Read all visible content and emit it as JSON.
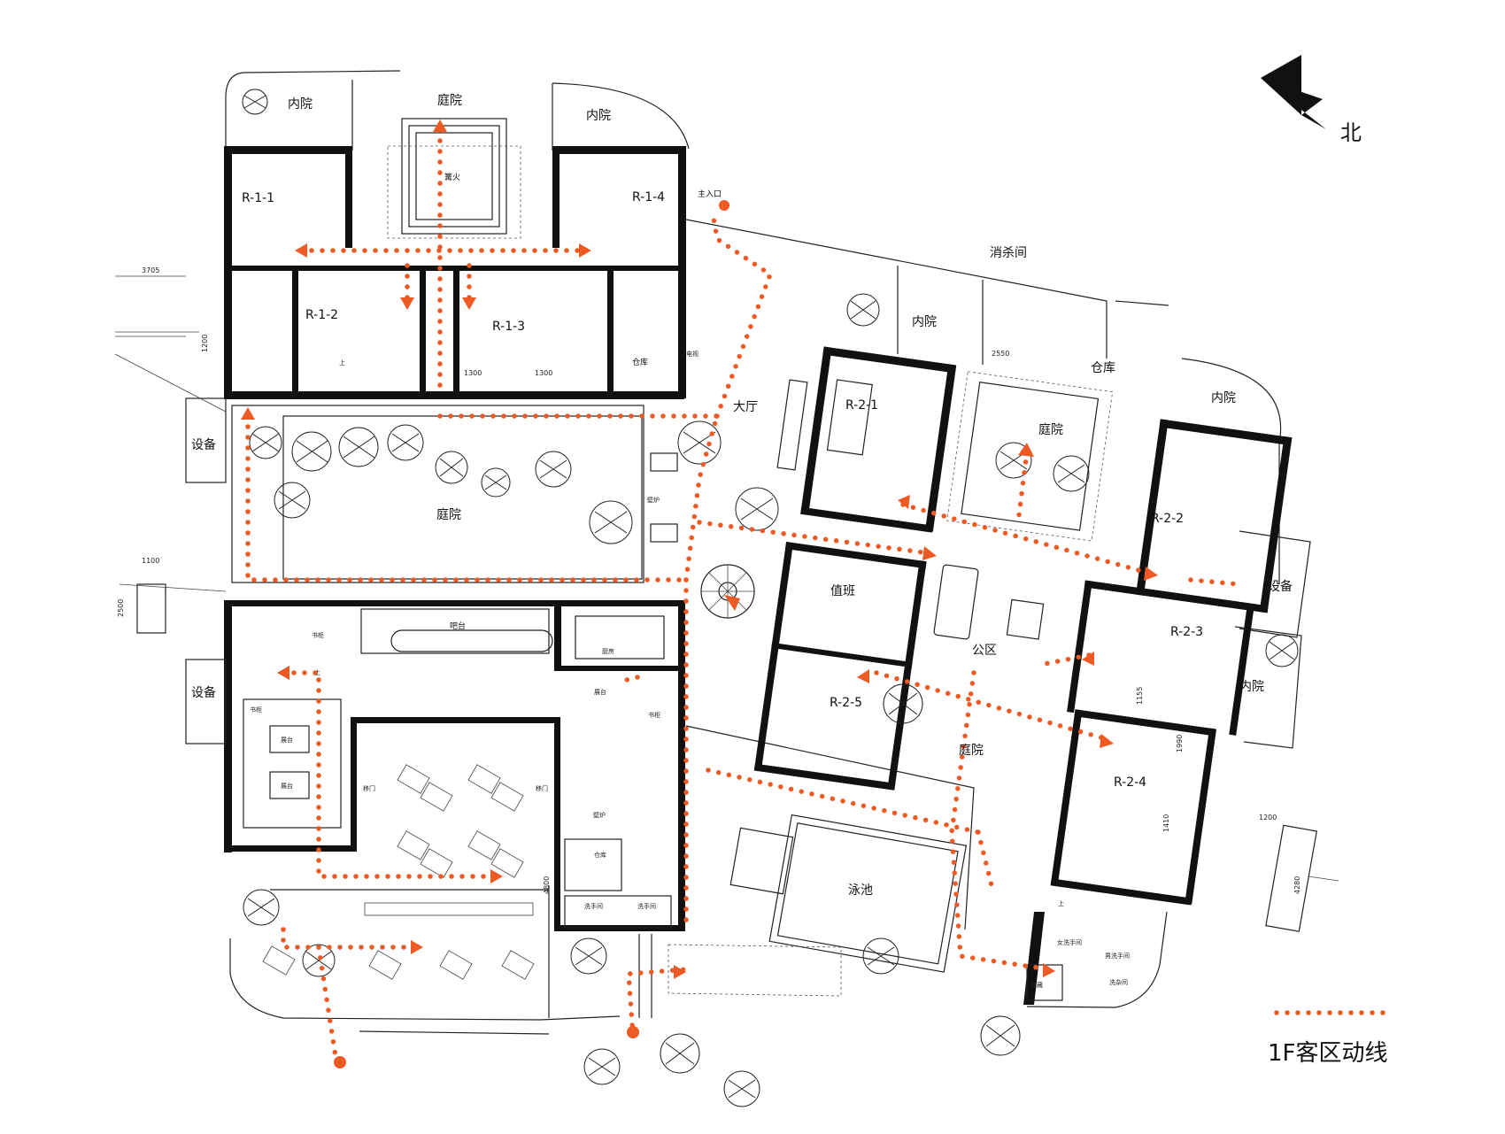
{
  "north": {
    "label": "北"
  },
  "legend": {
    "label": "1F客区动线",
    "color": "#ee5a24"
  },
  "colors": {
    "route": "#ee5a24",
    "wall": "#111111"
  },
  "labels": {
    "inner_court_nw": "内院",
    "courtyard_top": "庭院",
    "inner_court_ne": "内院",
    "bonfire": "篝火",
    "main_entrance": "主入口",
    "disinfection": "消杀间",
    "inner_court_mid": "内院",
    "warehouse_mid": "仓库",
    "inner_court_east": "内院",
    "hall": "大厅",
    "courtyard_east": "庭院",
    "warehouse_west": "仓库",
    "equipment_1": "设备",
    "courtyard_center": "庭院",
    "fireplace_1": "壁炉",
    "equipment_2": "设备",
    "duty": "值班",
    "public_area": "公区",
    "equipment_east": "设备",
    "inner_court_se": "内院",
    "courtyard_south": "庭院",
    "pool": "泳池",
    "bar": "吧台",
    "kitchen": "厨房",
    "bookshelf_1": "书柜",
    "bookshelf_2": "书柜",
    "bookshelf_3": "书柜",
    "display_1": "展台",
    "display_2": "展台",
    "display_3": "展台",
    "sliding_door_1": "移门",
    "sliding_door_2": "移门",
    "fireplace_2": "壁炉",
    "storage_small": "仓库",
    "restroom_1": "洗手间",
    "restroom_2": "洗手间",
    "female_restroom": "女洗手间",
    "male_restroom": "男洗手间",
    "cleaning": "洗杂间",
    "feng": "储藏",
    "tv": "电视",
    "up_1": "上",
    "up_2": "上",
    "up_3": "上"
  },
  "rooms": {
    "r11": "R-1-1",
    "r12": "R-1-2",
    "r13": "R-1-3",
    "r14": "R-1-4",
    "r21": "R-2-1",
    "r22": "R-2-2",
    "r23": "R-2-3",
    "r24": "R-2-4",
    "r25": "R-2-5"
  },
  "dimensions": {
    "d3705": "3705",
    "d1200a": "1200",
    "d1100": "1100",
    "d2500": "2500",
    "d1300a": "1300",
    "d1300b": "1300",
    "d2550": "2550",
    "d4800": "4800",
    "d1155": "1155",
    "d1990": "1990",
    "d1410": "1410",
    "d1200b": "1200",
    "d4280": "4280"
  }
}
